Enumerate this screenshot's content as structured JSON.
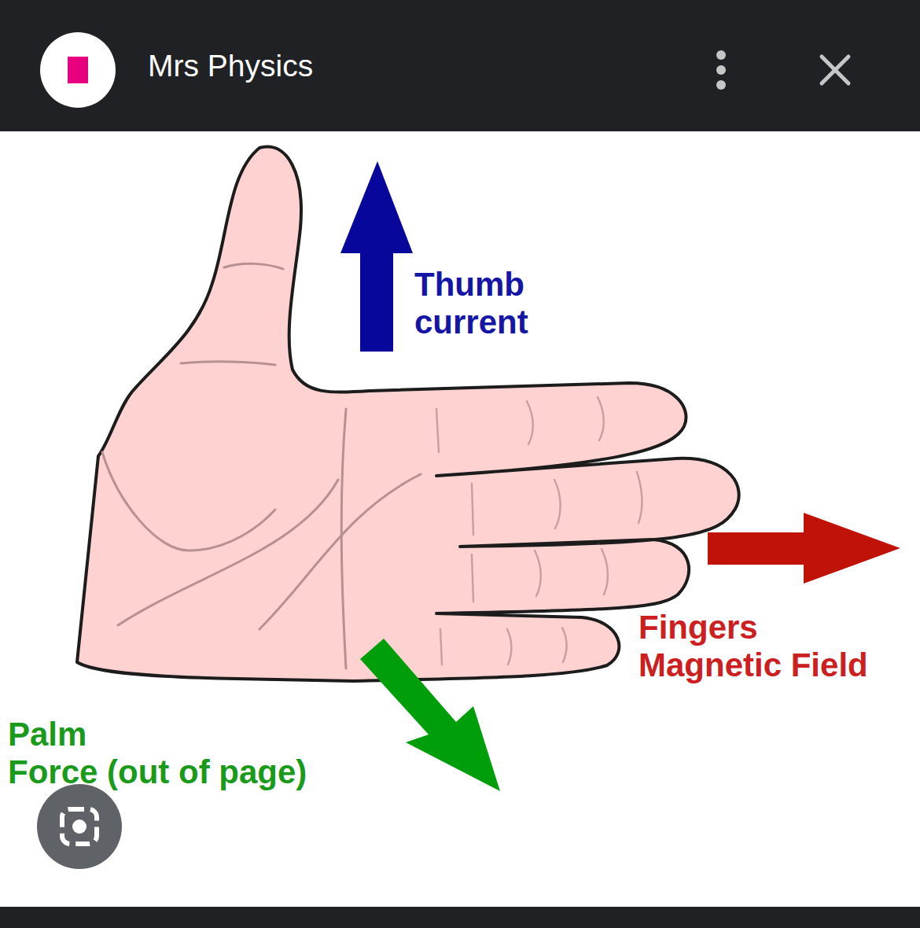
{
  "diagram": {
    "labels": [
      "Mrs Physics",
      "Thumb current",
      "Fingers Magnetic Field",
      "Palm Force (out of page)"
    ]
  }
}
